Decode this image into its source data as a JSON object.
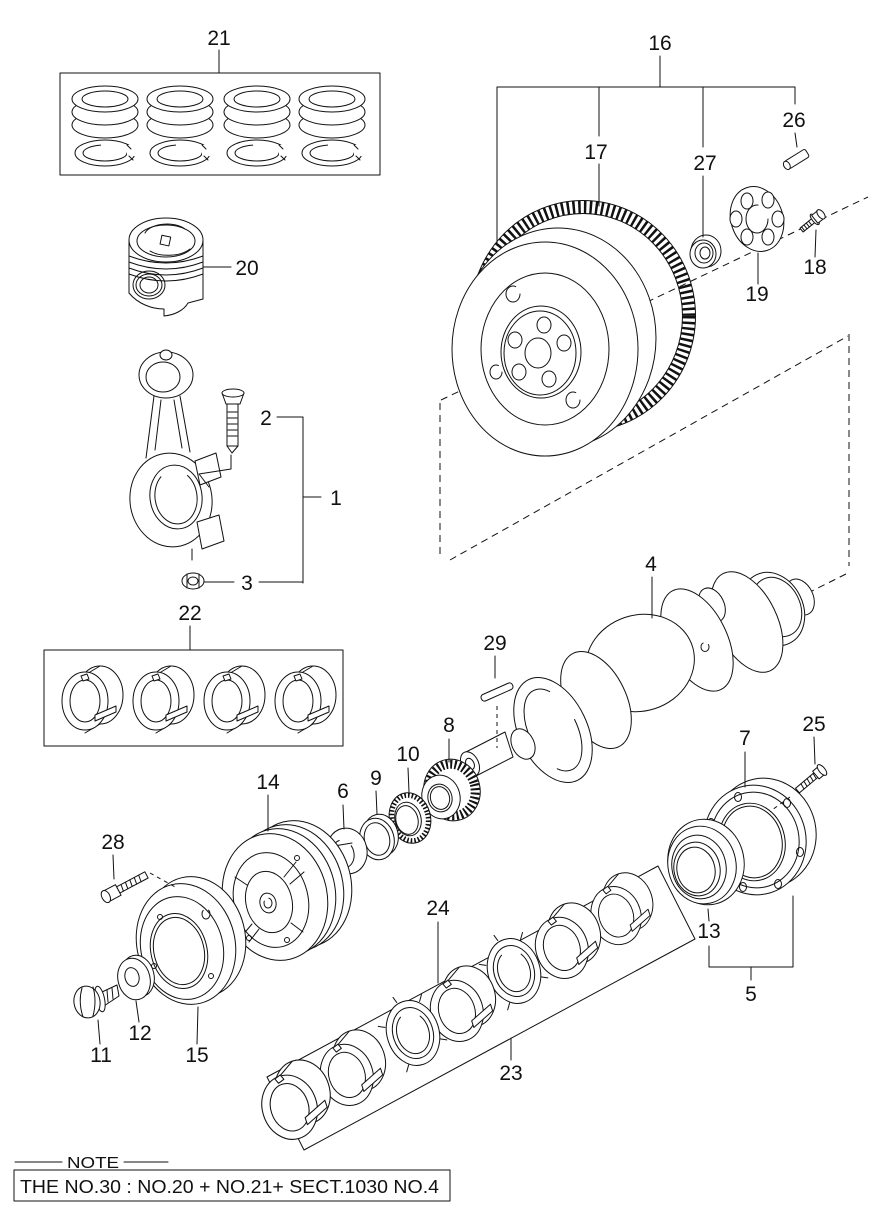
{
  "note": {
    "title": "NOTE",
    "text": "THE NO.30 : NO.20 + NO.21+ SECT.1030 NO.4"
  },
  "callouts": {
    "c1": "1",
    "c2": "2",
    "c3": "3",
    "c4": "4",
    "c5": "5",
    "c6": "6",
    "c7": "7",
    "c8": "8",
    "c9": "9",
    "c10": "10",
    "c11": "11",
    "c12": "12",
    "c13": "13",
    "c14": "14",
    "c15": "15",
    "c16": "16",
    "c17": "17",
    "c18": "18",
    "c19": "19",
    "c20": "20",
    "c21": "21",
    "c22": "22",
    "c23": "23",
    "c24": "24",
    "c25": "25",
    "c26": "26",
    "c27": "27",
    "c28": "28",
    "c29": "29"
  },
  "colors": {
    "line": "#111111",
    "background": "#ffffff"
  }
}
